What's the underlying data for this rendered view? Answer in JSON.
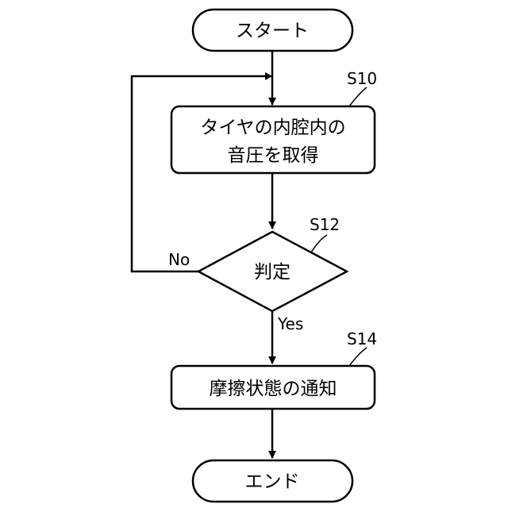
{
  "flowchart": {
    "start": "スタート",
    "acquire": {
      "line1": "タイヤの内腔内の",
      "line2": "音圧を取得",
      "step": "S10"
    },
    "judge": {
      "label": "判定",
      "step": "S12",
      "no_label": "No",
      "yes_label": "Yes"
    },
    "notify": {
      "label": "摩擦状態の通知",
      "step": "S14"
    },
    "end": "エンド"
  }
}
